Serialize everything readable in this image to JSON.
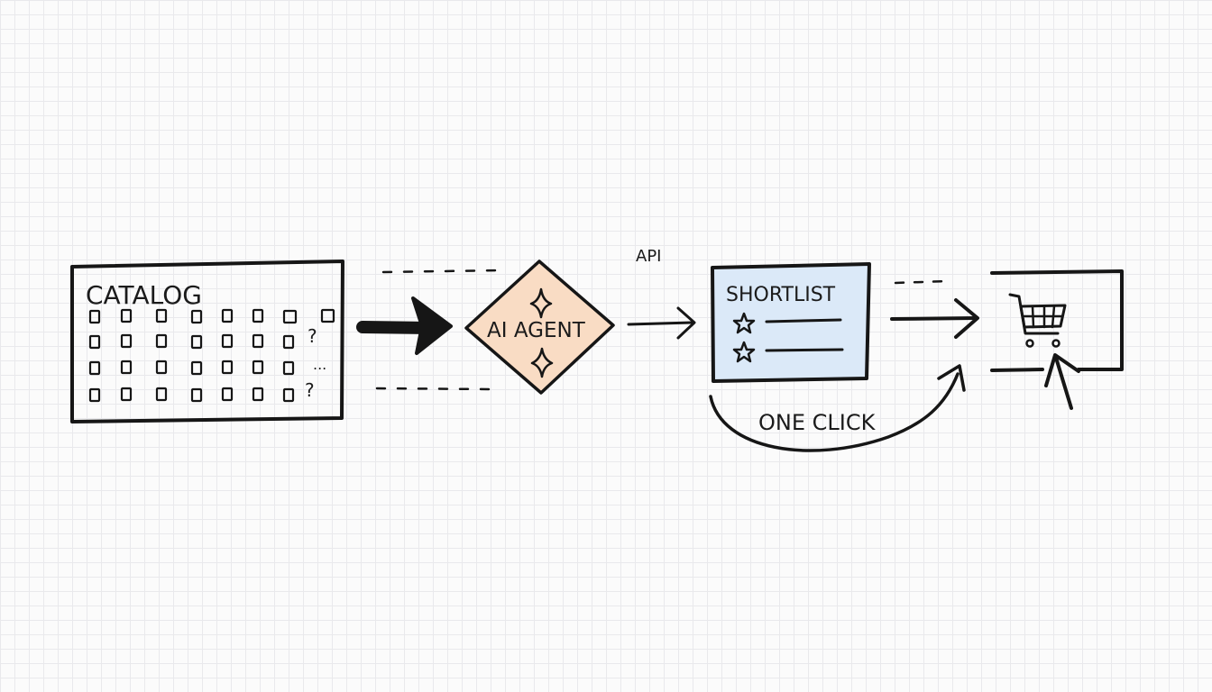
{
  "diagram": {
    "catalog": {
      "label": "CATALOG",
      "row_markers": [
        "?",
        "...",
        "?"
      ]
    },
    "agent": {
      "label": "AI AGENT"
    },
    "api": {
      "label": "API"
    },
    "shortlist": {
      "label": "SHORTLIST"
    },
    "one_click": {
      "label": "ONE CLICK"
    },
    "cart": {
      "icon": "shopping-cart-icon"
    }
  },
  "colors": {
    "ink": "#161616",
    "agent_fill": "#f9dcc4",
    "shortlist_fill": "#dbe9f8",
    "grid": "#e9e9ec"
  }
}
